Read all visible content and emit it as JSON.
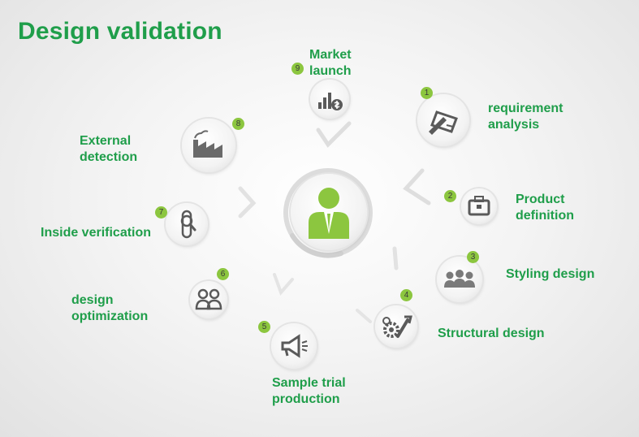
{
  "title": "Design validation",
  "colors": {
    "accent": "#1f9e4a",
    "badge": "#8cc63f",
    "icon": "#5a5a5a",
    "center_figure": "#8cc63f"
  },
  "steps": [
    {
      "number": "1",
      "label": "requirement\nanalysis",
      "icon": "pen-document-icon"
    },
    {
      "number": "2",
      "label": "Product\ndefinition",
      "icon": "briefcase-icon"
    },
    {
      "number": "3",
      "label": "Styling design",
      "icon": "people-group-icon"
    },
    {
      "number": "4",
      "label": "Structural design",
      "icon": "gear-wrench-icon"
    },
    {
      "number": "5",
      "label": "Sample trial\nproduction",
      "icon": "megaphone-icon"
    },
    {
      "number": "6",
      "label": "design\noptimization",
      "icon": "two-people-icon"
    },
    {
      "number": "7",
      "label": "Inside verification",
      "icon": "magnifier-tube-icon"
    },
    {
      "number": "8",
      "label": "External\ndetection",
      "icon": "factory-icon"
    },
    {
      "number": "9",
      "label": "Market\nlaunch",
      "icon": "chart-money-icon"
    }
  ],
  "center": {
    "icon": "person-tie-icon"
  }
}
